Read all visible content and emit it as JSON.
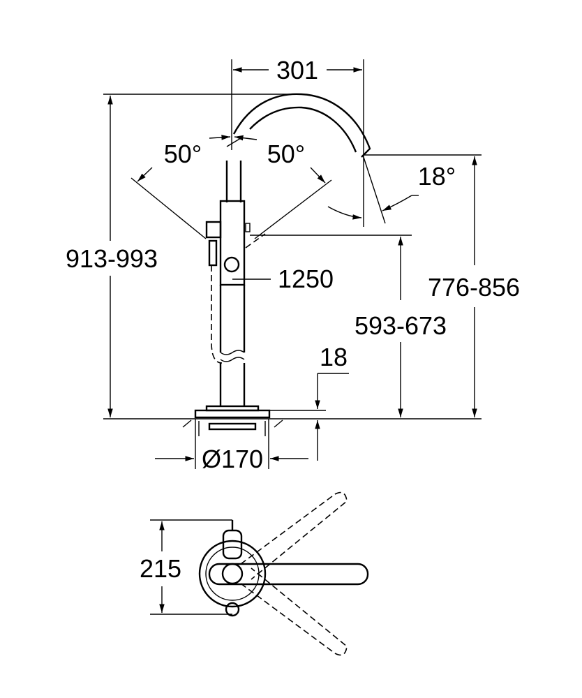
{
  "drawing": {
    "dimensions": {
      "spout_reach": "301",
      "total_height": "913-993",
      "spout_outlet_height": "776-856",
      "handle_height": "593-673",
      "hose_length": "1250",
      "base_thickness": "18",
      "base_diameter": "Ø170",
      "angle_left": "50°",
      "angle_right": "50°",
      "spout_angle": "18°",
      "plan_depth": "215"
    }
  }
}
